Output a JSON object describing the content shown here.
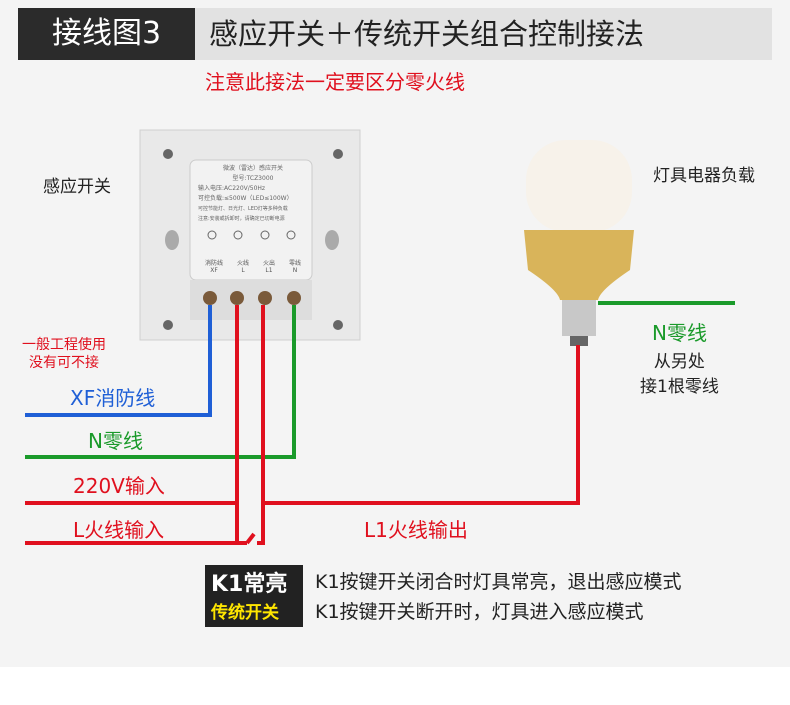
{
  "header": {
    "tag": "接线图3",
    "title": "感应开关＋传统开关组合控制接法"
  },
  "warning": "注意此接法一定要区分零火线",
  "switch": {
    "label": "感应开关",
    "panel_lines": [
      "微波（雷达）感应开关",
      "型号:TCZ3000",
      "输入电压:AC220V/50Hz",
      "可控负载:≤500W（LED≤100W）",
      "可控节能灯、日光灯、LED灯等多种负载",
      "注意:安装或拆卸时，请确定已切断电源"
    ],
    "terminals": [
      {
        "cn": "消防线",
        "code": "XF"
      },
      {
        "cn": "火线",
        "code": "L"
      },
      {
        "cn": "火出",
        "code": "L1"
      },
      {
        "cn": "零线",
        "code": "N"
      }
    ]
  },
  "note_left": [
    "一般工程使用",
    "没有可不接"
  ],
  "wires": {
    "xf": "XF消防线",
    "n": "N零线",
    "v220": "220V输入",
    "l_in": "L火线输入",
    "l1_out": "L1火线输出",
    "n_right": "N零线",
    "n_right_note": [
      "从另处",
      "接1根零线"
    ]
  },
  "load_label": "灯具电器负载",
  "k1": {
    "title": "K1常亮",
    "subtitle": "传统开关",
    "desc": [
      "K1按键开关闭合时灯具常亮，退出感应模式",
      "K1按键开关断开时，灯具进入感应模式"
    ]
  },
  "colors": {
    "red": "#e0101e",
    "blue": "#1f5fd6",
    "green": "#1a9a2a"
  }
}
